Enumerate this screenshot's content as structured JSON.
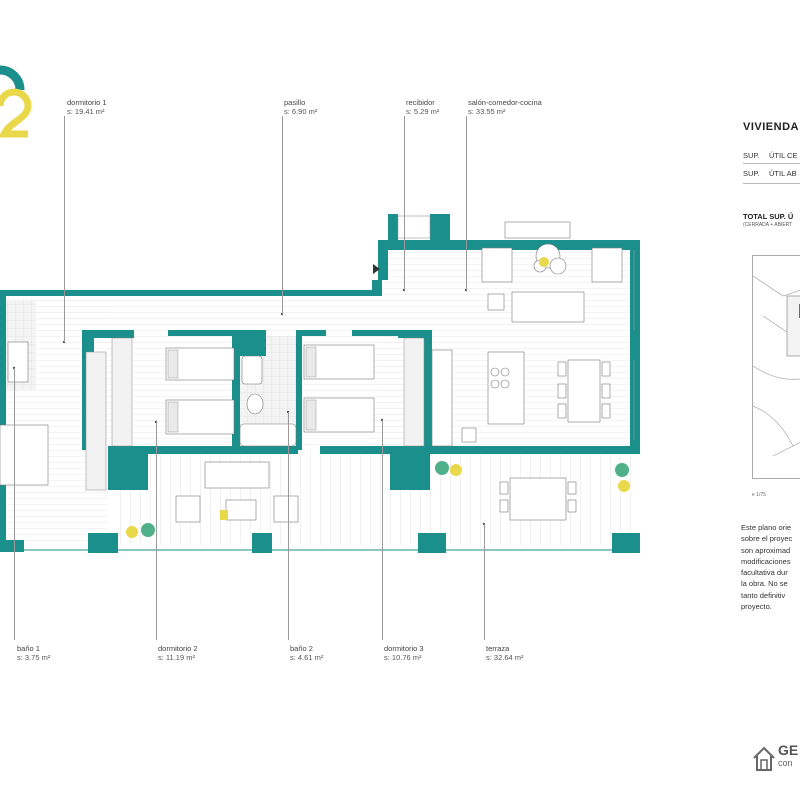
{
  "colors": {
    "wall": "#1a8f8c",
    "accent_yellow": "#e8d84a",
    "floor_line": "#d9d9d9",
    "text": "#444444"
  },
  "unit_number": "2",
  "rooms_top": [
    {
      "id": "dormitorio1",
      "name": "dormitorio 1",
      "area": "s: 19.41 m²"
    },
    {
      "id": "pasillo",
      "name": "pasillo",
      "area": "s: 6.90 m²"
    },
    {
      "id": "recibidor",
      "name": "recibidor",
      "area": "s: 5.29 m²"
    },
    {
      "id": "salon",
      "name": "salón-comedor-cocina",
      "area": "s: 33.55 m²"
    }
  ],
  "rooms_bottom": [
    {
      "id": "bano1",
      "name": "baño 1",
      "area": "s: 3.75 m²"
    },
    {
      "id": "dormitorio2",
      "name": "dormitorio 2",
      "area": "s: 11.19 m²"
    },
    {
      "id": "bano2",
      "name": "baño 2",
      "area": "s: 4.61 m²"
    },
    {
      "id": "dormitorio3",
      "name": "dormitorio 3",
      "area": "s: 10.76 m²"
    },
    {
      "id": "terraza",
      "name": "terraza",
      "area": "s: 32.64 m²"
    }
  ],
  "side": {
    "title": "VIVIENDA",
    "rows": [
      {
        "prefix": "SUP.",
        "label": "ÚTIL CE"
      },
      {
        "prefix": "SUP.",
        "label": "ÚTIL AB"
      }
    ],
    "total": "TOTAL SUP. Ú",
    "total_sub": "(CERRADA + ABIERT",
    "scale": "e 1/75",
    "disclaimer": [
      "Este plano orie",
      "sobre el proyec",
      "son aproximad",
      "modificaciones",
      "facultativa dur",
      "la obra. No se",
      "tanto definitiv",
      "proyecto."
    ]
  },
  "logo": {
    "text": "GE",
    "sub": "con"
  }
}
